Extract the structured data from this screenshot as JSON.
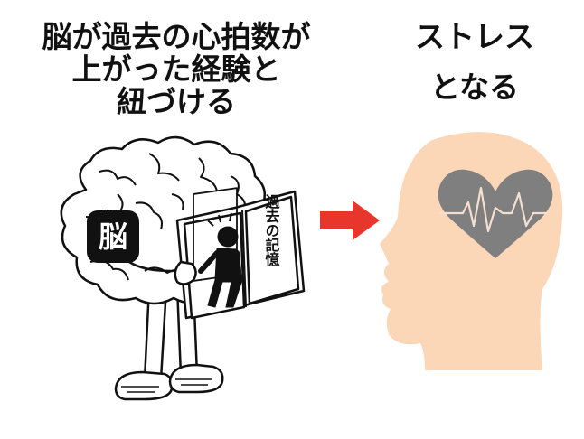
{
  "left_caption": {
    "line1": "脳が過去の心拍数が",
    "line2": "上がった経験と",
    "line3": "紐づける"
  },
  "right_caption": {
    "line1": "ストレス",
    "line2": "となる"
  },
  "brain_label": "脳",
  "book_title": "過去の記憶",
  "colors": {
    "arrow": "#e8362c",
    "head_skin": "#fbd7b8",
    "heart": "#7f7f7f",
    "heartbeat_line": "#f4dfd0",
    "brain_tag_bg": "#111111",
    "brain_tag_text": "#ffffff"
  },
  "icons": [
    "brain-character-icon",
    "memory-book-icon",
    "arrow-right-icon",
    "head-profile-icon",
    "heart-icon",
    "heartbeat-icon"
  ]
}
